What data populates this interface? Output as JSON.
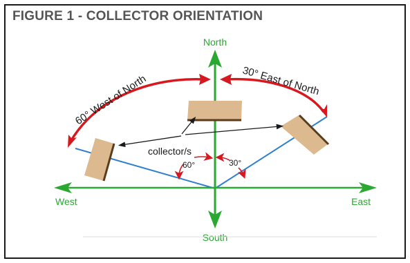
{
  "figure": {
    "title": "FIGURE 1 - COLLECTOR ORIENTATION"
  },
  "compass": {
    "north": "North",
    "south": "South",
    "east": "East",
    "west": "West",
    "axis_color": "#2aa832"
  },
  "arcs": {
    "west_of_north": "60° West of North",
    "east_of_north": "30° East of North",
    "arc_color": "#d7191f"
  },
  "angles": {
    "left": "60°",
    "right": "30°"
  },
  "collectors": {
    "label": "collector/s",
    "panel_color": "#dcb98f",
    "edge_color": "#5a3b1c",
    "line_color": "#2f7fcf"
  }
}
